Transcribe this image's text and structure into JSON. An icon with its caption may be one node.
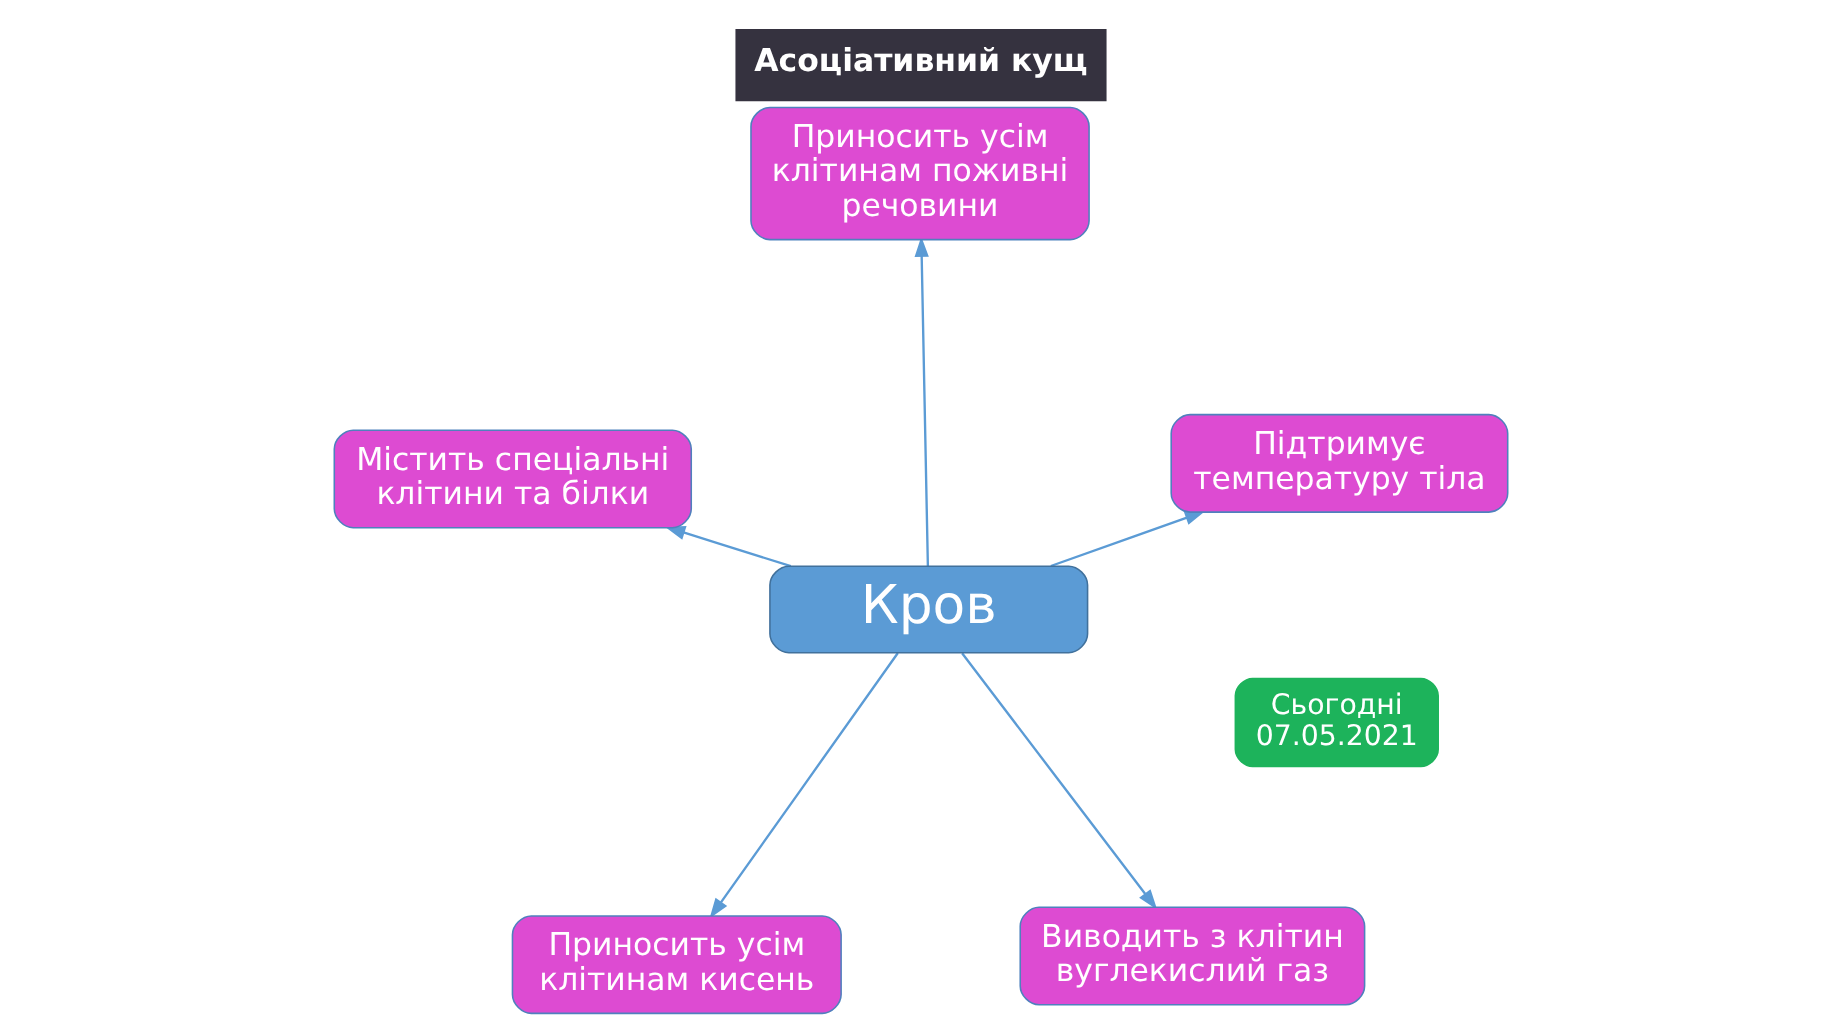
{
  "diagram": {
    "title": "Асоціативний кущ",
    "nodes": [
      {
        "text": [
          "Сьогодні",
          "07.05.2021"
        ]
      },
      {
        "text": [
          "Приносить усім клітинам кисень"
        ]
      },
      {
        "text": [
          "Виводить з клітин вуглекислий газ"
        ]
      },
      {
        "text": [
          "Кров"
        ]
      },
      {
        "text": [
          "Приносить усім клітинам поживні речовини"
        ]
      },
      {
        "text": [
          "Підтримує температуру тіла"
        ]
      },
      {
        "text": [
          "Містить спеціальні клітини та білки"
        ]
      }
    ],
    "edges": [
      {
        "from": 3,
        "to": 1,
        "arrow": "to"
      },
      {
        "from": 3,
        "to": 2,
        "arrow": "to"
      },
      {
        "from": 3,
        "to": 4,
        "arrow": "to"
      },
      {
        "from": 3,
        "to": 5,
        "arrow": "to"
      },
      {
        "from": 3,
        "to": 6,
        "arrow": "to"
      }
    ]
  }
}
